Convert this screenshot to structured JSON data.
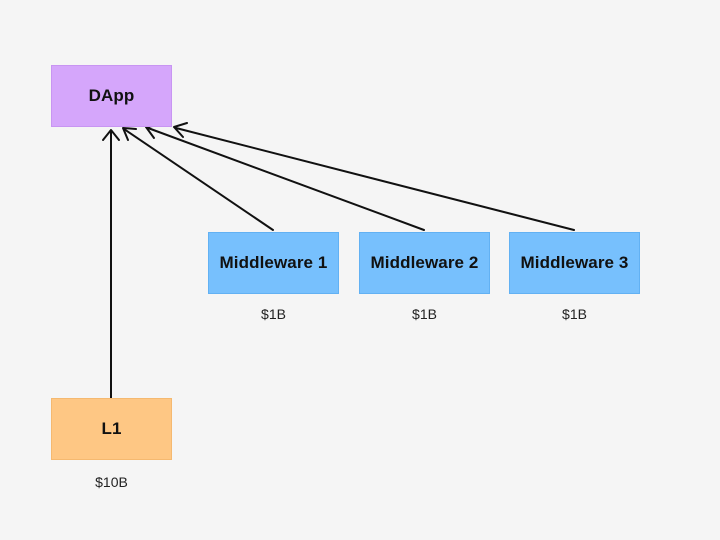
{
  "nodes": {
    "dapp": {
      "label": "DApp",
      "color": "#d5a6fb"
    },
    "l1": {
      "label": "L1",
      "value": "$10B",
      "color": "#fec784"
    },
    "middlewares": [
      {
        "label": "Middleware 1",
        "value": "$1B",
        "color": "#77c0fd"
      },
      {
        "label": "Middleware 2",
        "value": "$1B",
        "color": "#77c0fd"
      },
      {
        "label": "Middleware 3",
        "value": "$1B",
        "color": "#77c0fd"
      }
    ]
  },
  "edges": [
    {
      "from": "L1",
      "to": "DApp"
    },
    {
      "from": "Middleware 1",
      "to": "DApp"
    },
    {
      "from": "Middleware 2",
      "to": "DApp"
    },
    {
      "from": "Middleware 3",
      "to": "DApp"
    }
  ]
}
